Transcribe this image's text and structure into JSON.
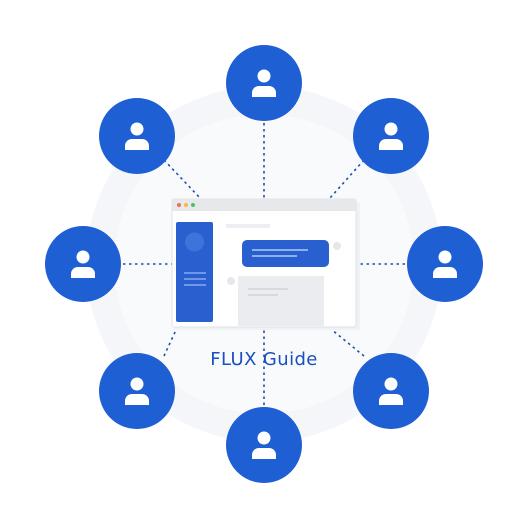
{
  "title": "FLUX Guide",
  "colors": {
    "user_node": "#1f5fd4",
    "user_icon": "#ffffff",
    "connector": "#1f4fa8",
    "halo": "#f3f6fb",
    "window_frame": "#e3e5e9",
    "window_body": "#ffffff",
    "sidebar": "#2a5fd0",
    "message_bubble": "#2a5fd0",
    "placeholder": "#e7e9ed",
    "caption": "#1a4fbf",
    "dot_red": "#f26d5b",
    "dot_yellow": "#f5b941",
    "dot_green": "#43c56b"
  },
  "nodes": [
    {
      "id": "top",
      "icon": "user-icon"
    },
    {
      "id": "top-right",
      "icon": "user-icon"
    },
    {
      "id": "right",
      "icon": "user-icon"
    },
    {
      "id": "bottom-right",
      "icon": "user-icon"
    },
    {
      "id": "bottom",
      "icon": "user-icon"
    },
    {
      "id": "bottom-left",
      "icon": "user-icon"
    },
    {
      "id": "left",
      "icon": "user-icon"
    },
    {
      "id": "top-left",
      "icon": "user-icon"
    }
  ]
}
